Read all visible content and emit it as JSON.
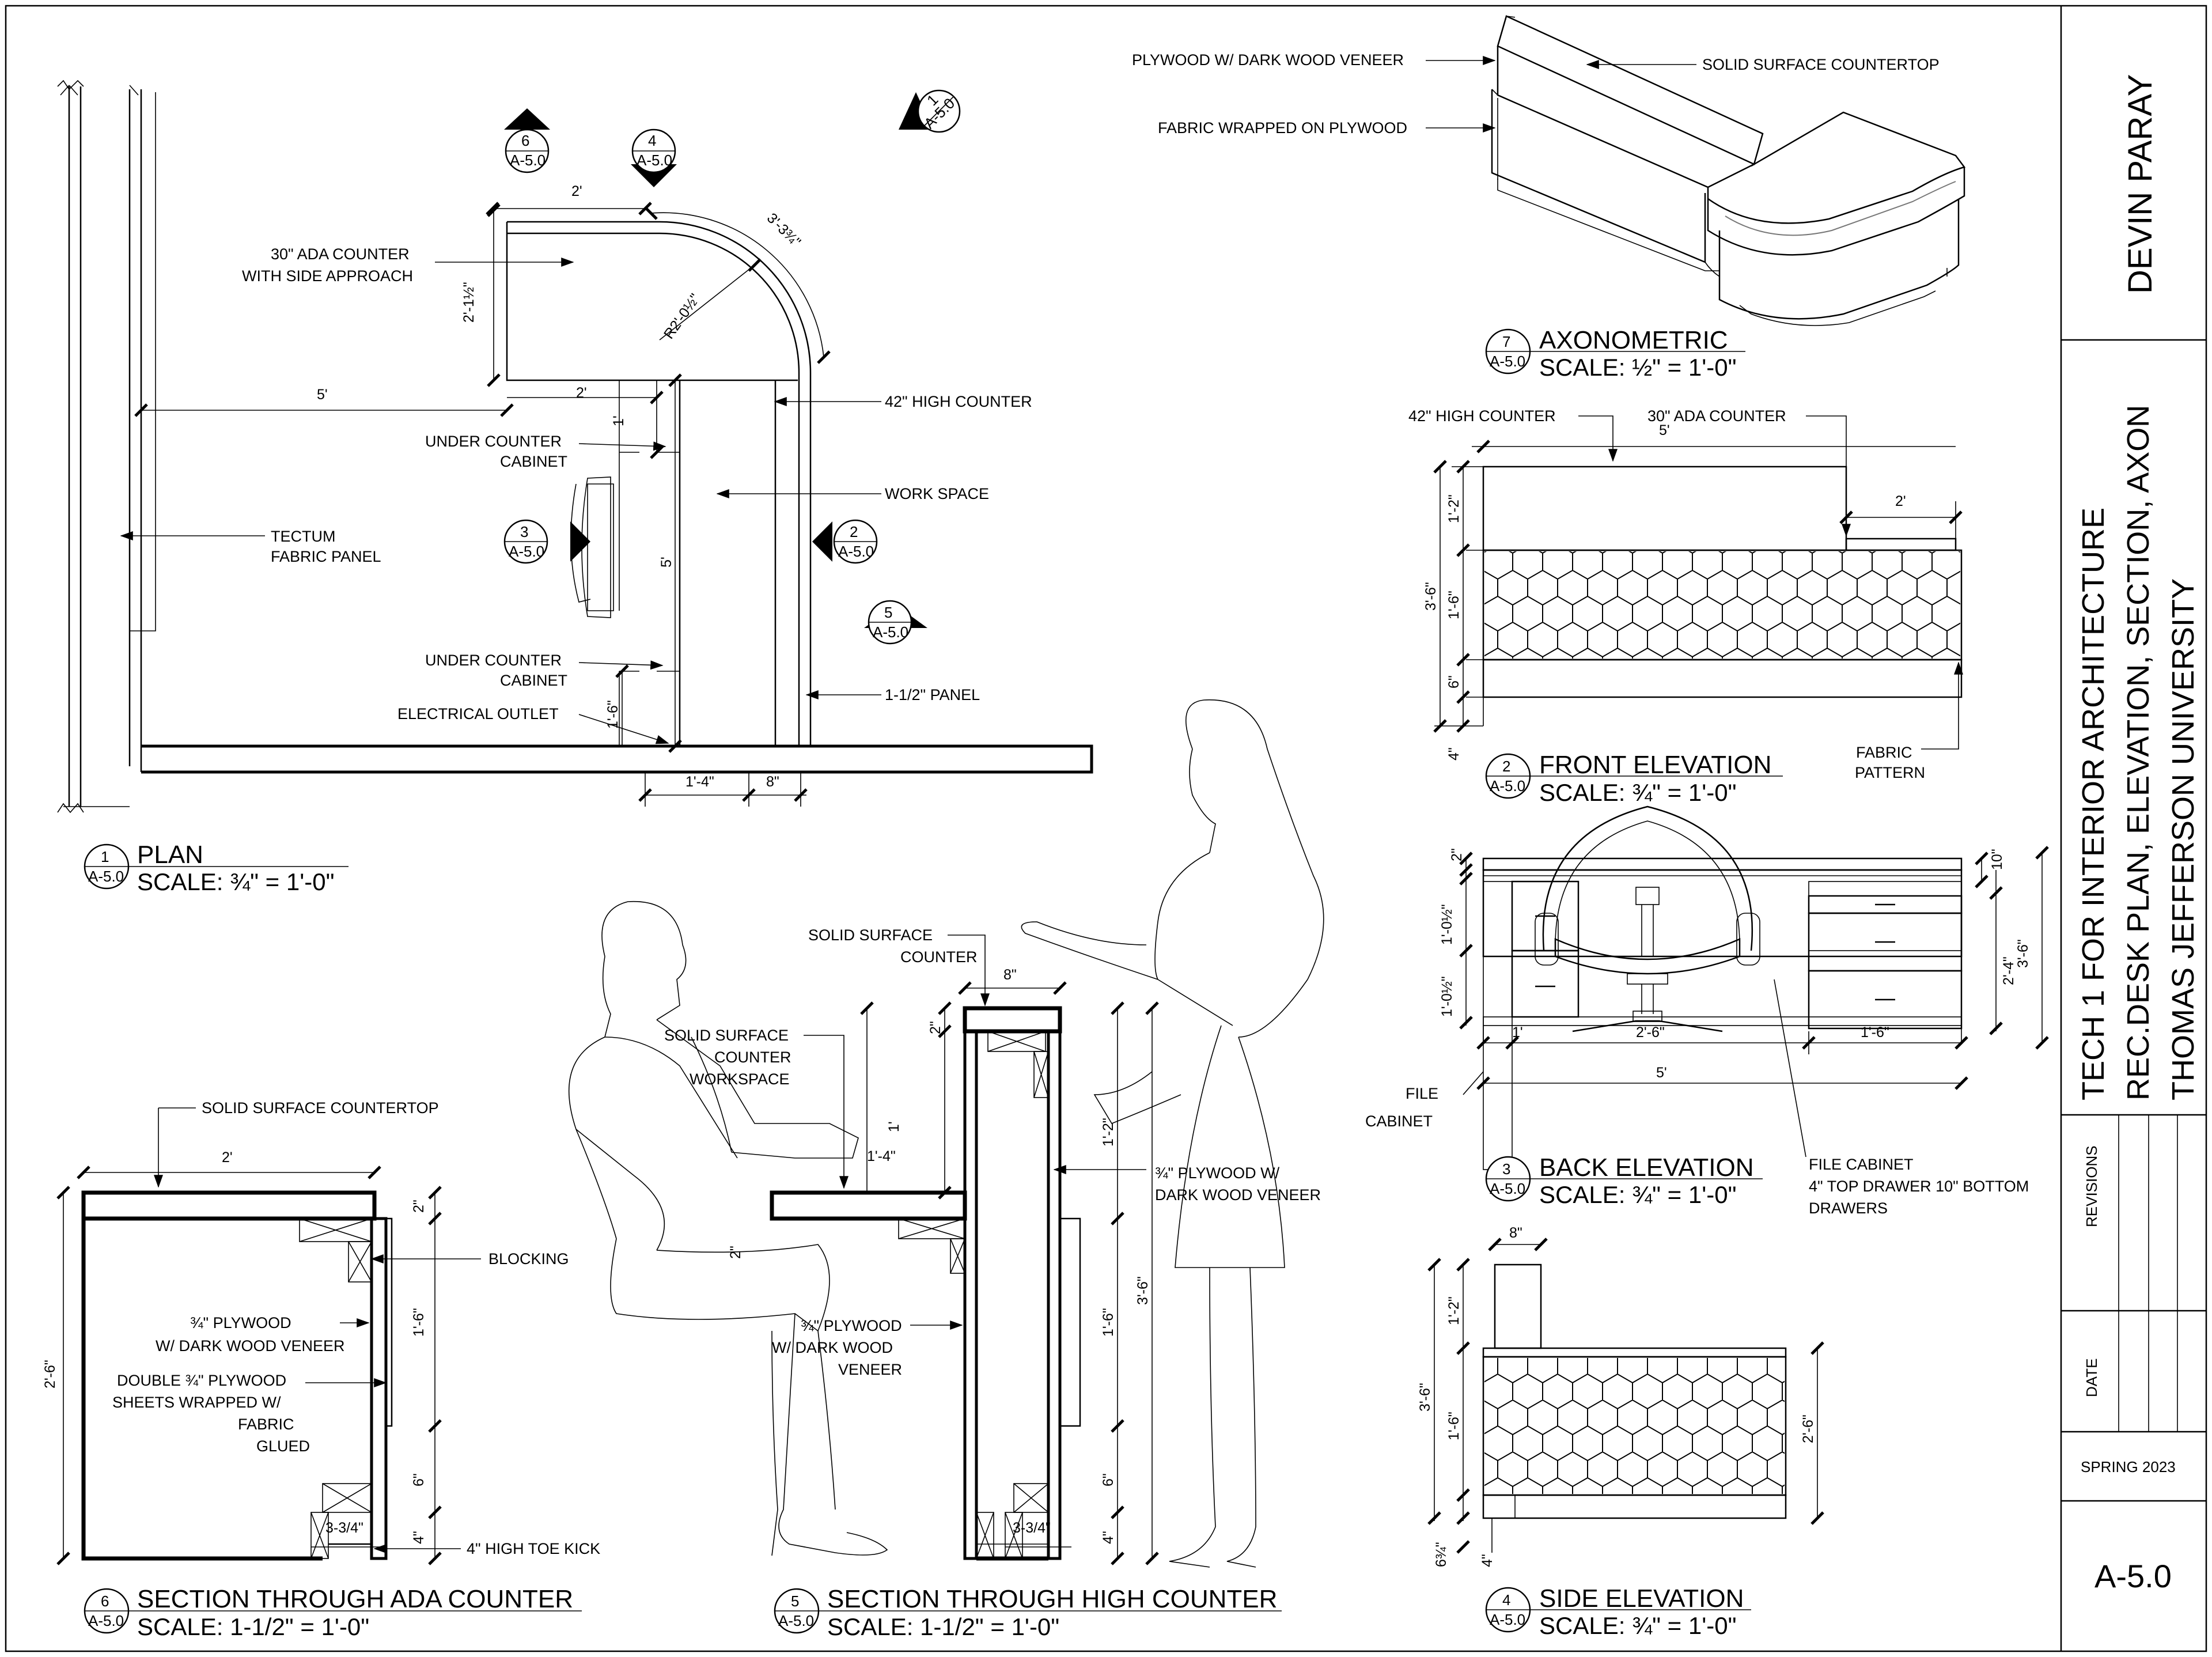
{
  "title_block": {
    "designer": "DEVIN PARAY",
    "course": "TECH 1 FOR INTERIOR ARCHITECTURE",
    "project": "REC.DESK PLAN, ELEVATION, SECTION, AXON",
    "school": "THOMAS JEFFERSON UNIVERSITY",
    "revisions_label": "REVISIONS",
    "date_label": "DATE",
    "term": "SPRING 2023",
    "sheet_number": "A-5.0"
  },
  "views": {
    "plan": {
      "num": "1",
      "sheet": "A-5.0",
      "title": "PLAN",
      "scale": "SCALE: ¾\" = 1'-0\""
    },
    "front": {
      "num": "2",
      "sheet": "A-5.0",
      "title": "FRONT ELEVATION",
      "scale": "SCALE: ¾\" = 1'-0\""
    },
    "back": {
      "num": "3",
      "sheet": "A-5.0",
      "title": "BACK ELEVATION",
      "scale": "SCALE: ¾\" = 1'-0\""
    },
    "side": {
      "num": "4",
      "sheet": "A-5.0",
      "title": "SIDE ELEVATION",
      "scale": "SCALE: ¾\" = 1'-0\""
    },
    "sec_high": {
      "num": "5",
      "sheet": "A-5.0",
      "title": "SECTION THROUGH HIGH COUNTER",
      "scale": "SCALE: 1-1/2\" = 1'-0\""
    },
    "sec_ada": {
      "num": "6",
      "sheet": "A-5.0",
      "title": "SECTION THROUGH ADA COUNTER",
      "scale": "SCALE: 1-1/2\" = 1'-0\""
    },
    "axon": {
      "num": "7",
      "sheet": "A-5.0",
      "title": "AXONOMETRIC",
      "scale": "SCALE: ½\" = 1'-0\""
    }
  },
  "plan": {
    "tags": {
      "t6": "6",
      "t4": "4",
      "t1": "1",
      "t3": "3",
      "t2": "2",
      "t5": "5",
      "sheet": "A-5.0"
    },
    "labels": {
      "ada_counter_1": "30\" ADA COUNTER",
      "ada_counter_2": "WITH SIDE APPROACH",
      "high_counter": "42\" HIGH COUNTER",
      "under_cab_1": "UNDER COUNTER",
      "under_cab_2": "CABINET",
      "work_space": "WORK SPACE",
      "tectum_1": "TECTUM",
      "tectum_2": "FABRIC PANEL",
      "under_cab2_1": "UNDER COUNTER",
      "under_cab2_2": "CABINET",
      "panel": "1-1/2\"  PANEL",
      "outlet": "ELECTRICAL OUTLET"
    },
    "dims": {
      "top_2": "2'",
      "arc": "3'-3¾\"",
      "radius": "R2'-0½\"",
      "side": "2'-1½\"",
      "wall_5": "5'",
      "mid_2": "2'",
      "one": "1'",
      "five": "5'",
      "one_six": "1'-6\"",
      "bot_a": "1'-4\"",
      "bot_b": "8\""
    }
  },
  "axon": {
    "veneer": "PLYWOOD W/ DARK WOOD VENEER",
    "fabric": "FABRIC WRAPPED ON PLYWOOD",
    "countertop": "SOLID SURFACE COUNTERTOP"
  },
  "front": {
    "high_counter": "42\" HIGH COUNTER",
    "ada_counter": "30\" ADA COUNTER",
    "fabric_1": "FABRIC",
    "fabric_2": "PATTERN",
    "dims": {
      "w5": "5'",
      "w2": "2'",
      "h36": "3'-6\"",
      "h12": "1'-2\"",
      "h16": "1'-6\"",
      "h6": "6\"",
      "h4": "4\""
    }
  },
  "back": {
    "file_1": "FILE",
    "file_2": "CABINET",
    "note_1": "FILE CABINET",
    "note_2": "4\" TOP DRAWER 10\" BOTTOM",
    "note_3": "DRAWERS",
    "dims": {
      "h2": "2\"",
      "h10a": "1'-0½\"",
      "h10b": "1'-0½\"",
      "w1": "1'",
      "w26": "2'-6\"",
      "w16": "1'-6\"",
      "w5": "5'",
      "h10": "10\"",
      "h24": "2'-4\"",
      "h36": "3'-6\""
    }
  },
  "side": {
    "dims": {
      "w8": "8\"",
      "h12": "1'-2\"",
      "h16": "1'-6\"",
      "h36": "3'-6\"",
      "h26": "2'-6\"",
      "h634": "6¾\"",
      "h4": "4\""
    }
  },
  "sec_ada": {
    "countertop": "SOLID SURFACE COUNTERTOP",
    "blocking": "BLOCKING",
    "ply_1": "¾\" PLYWOOD",
    "ply_2": "W/ DARK WOOD VENEER",
    "dbl_1": "DOUBLE ¾\" PLYWOOD",
    "dbl_2": "SHEETS WRAPPED W/",
    "dbl_3": "FABRIC",
    "dbl_4": "GLUED",
    "toe": "4\" HIGH TOE KICK",
    "dims": {
      "w2": "2'",
      "h2": "2\"",
      "h16": "1'-6\"",
      "h26": "2'-6\"",
      "h6": "6\"",
      "h4": "4\"",
      "w334": "3-3/4\""
    }
  },
  "sec_high": {
    "counter_1": "SOLID SURFACE",
    "counter_2": "COUNTER",
    "work_1": "SOLID SURFACE",
    "work_2": "COUNTER",
    "work_3": "WORKSPACE",
    "ply_r1": "¾\" PLYWOOD W/",
    "ply_r2": "DARK WOOD VENEER",
    "ply_l1": "¾\" PLYWOOD",
    "ply_l2": "W/ DARK WOOD",
    "ply_l3": "VENEER",
    "dims": {
      "w8": "8\"",
      "h2": "2\"",
      "h1": "1'",
      "w14": "1'-4\"",
      "h2b": "2\"",
      "h12": "1'-2\"",
      "h16": "1'-6\"",
      "h36": "3'-6\"",
      "h6": "6\"",
      "h4": "4\"",
      "w334": "3-3/4\""
    }
  }
}
